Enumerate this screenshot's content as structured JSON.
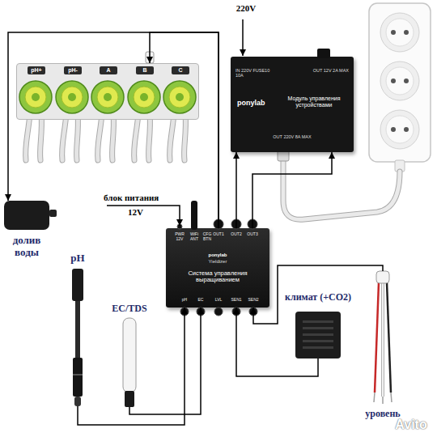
{
  "diagram": {
    "nodes": [
      {
        "text": [
          "pH+",
          "pH-",
          "A",
          "B",
          "C"
        ]
      },
      {
        "text": [
          "долив воды"
        ]
      },
      {
        "text": [
          "IN 220V FUSE10 10A",
          "OUT 12V 2A MAX",
          "ponylab",
          "Модуль управления устройствами",
          "OUT 220V 8A MAX"
        ]
      },
      {
        "text": [
          "PWR 12V",
          "WiFi ANT",
          "CFG BTN",
          "OUT1",
          "OUT2",
          "OUT3",
          "ponylab",
          "Yieldizer",
          "Система управления выращиванием",
          "pH",
          "EC",
          "LVL",
          "SEN1",
          "SEN2"
        ]
      },
      {
        "text": [
          "pH"
        ]
      },
      {
        "text": [
          "EC/TDS"
        ]
      },
      {
        "text": [
          "климат (+CO2)"
        ]
      },
      {
        "text": [
          "уровень"
        ]
      }
    ],
    "edges": [
      {
        "from": 3,
        "to": 0,
        "arrow": "to"
      },
      {
        "from": 3,
        "to": 1,
        "arrow": "to"
      },
      {
        "from": 3,
        "to": 2,
        "arrow": "to"
      },
      {
        "from": 3,
        "to": 2,
        "arrow": "to"
      },
      {
        "from": 4,
        "to": 3,
        "arrow": "to"
      },
      {
        "from": 5,
        "to": 3,
        "arrow": "to"
      },
      {
        "from": 6,
        "to": 3,
        "arrow": "to"
      },
      {
        "from": 7,
        "to": 3,
        "arrow": "to"
      }
    ],
    "labels": [
      "220V",
      "блок питания",
      "12V",
      "Avito"
    ]
  }
}
